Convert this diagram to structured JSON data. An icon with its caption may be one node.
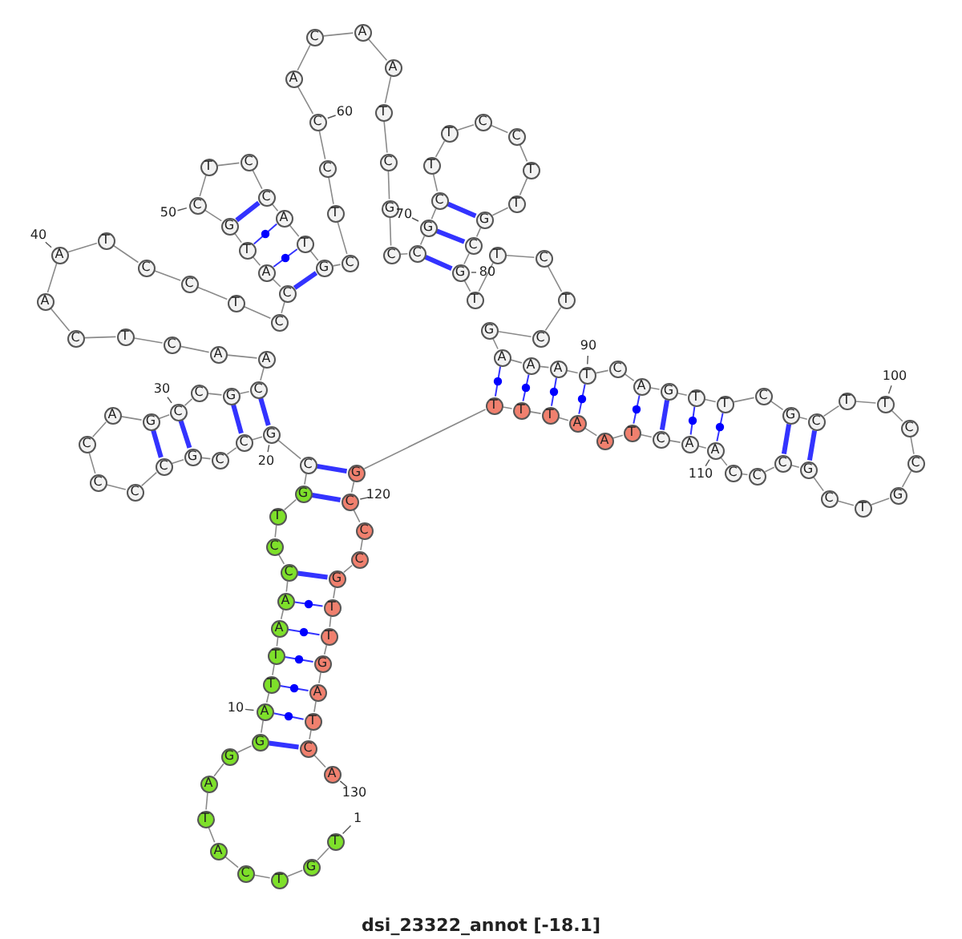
{
  "diagram": {
    "caption": "dsi_23322_annot [-18.1]",
    "nodes": [
      {
        "text": [
          "T"
        ],
        "beside": [
          "1"
        ]
      },
      {
        "text": [
          "G"
        ]
      },
      {
        "text": [
          "T"
        ]
      },
      {
        "text": [
          "C"
        ]
      },
      {
        "text": [
          "A"
        ]
      },
      {
        "text": [
          "T"
        ]
      },
      {
        "text": [
          "A"
        ]
      },
      {
        "text": [
          "G"
        ]
      },
      {
        "text": [
          "G"
        ]
      },
      {
        "text": [
          "A"
        ],
        "beside": [
          "10"
        ]
      },
      {
        "text": [
          "T"
        ]
      },
      {
        "text": [
          "T"
        ]
      },
      {
        "text": [
          "A"
        ]
      },
      {
        "text": [
          "A"
        ]
      },
      {
        "text": [
          "C"
        ]
      },
      {
        "text": [
          "C"
        ]
      },
      {
        "text": [
          "T"
        ]
      },
      {
        "text": [
          "G"
        ]
      },
      {
        "text": [
          "C"
        ]
      },
      {
        "text": [
          "G"
        ],
        "beside": [
          "20"
        ]
      },
      {
        "text": [
          "C"
        ]
      },
      {
        "text": [
          "C"
        ]
      },
      {
        "text": [
          "G"
        ]
      },
      {
        "text": [
          "C"
        ]
      },
      {
        "text": [
          "C"
        ]
      },
      {
        "text": [
          "C"
        ]
      },
      {
        "text": [
          "C"
        ]
      },
      {
        "text": [
          "A"
        ]
      },
      {
        "text": [
          "G"
        ]
      },
      {
        "text": [
          "C"
        ],
        "beside": [
          "30"
        ]
      },
      {
        "text": [
          "C"
        ]
      },
      {
        "text": [
          "G"
        ]
      },
      {
        "text": [
          "C"
        ]
      },
      {
        "text": [
          "A"
        ]
      },
      {
        "text": [
          "A"
        ]
      },
      {
        "text": [
          "C"
        ]
      },
      {
        "text": [
          "T"
        ]
      },
      {
        "text": [
          "C"
        ]
      },
      {
        "text": [
          "A"
        ]
      },
      {
        "text": [
          "A"
        ],
        "beside": [
          "40"
        ]
      },
      {
        "text": [
          "T"
        ]
      },
      {
        "text": [
          "C"
        ]
      },
      {
        "text": [
          "C"
        ]
      },
      {
        "text": [
          "T"
        ]
      },
      {
        "text": [
          "C"
        ]
      },
      {
        "text": [
          "C"
        ]
      },
      {
        "text": [
          "A"
        ]
      },
      {
        "text": [
          "T"
        ]
      },
      {
        "text": [
          "G"
        ]
      },
      {
        "text": [
          "C"
        ],
        "beside": [
          "50"
        ]
      },
      {
        "text": [
          "T"
        ]
      },
      {
        "text": [
          "C"
        ]
      },
      {
        "text": [
          "C"
        ]
      },
      {
        "text": [
          "A"
        ]
      },
      {
        "text": [
          "T"
        ]
      },
      {
        "text": [
          "G"
        ]
      },
      {
        "text": [
          "C"
        ]
      },
      {
        "text": [
          "T"
        ]
      },
      {
        "text": [
          "C"
        ]
      },
      {
        "text": [
          "C"
        ],
        "beside": [
          "60"
        ]
      },
      {
        "text": [
          "A"
        ]
      },
      {
        "text": [
          "C"
        ]
      },
      {
        "text": [
          "A"
        ]
      },
      {
        "text": [
          "A"
        ]
      },
      {
        "text": [
          "T"
        ]
      },
      {
        "text": [
          "C"
        ]
      },
      {
        "text": [
          "G"
        ]
      },
      {
        "text": [
          "C"
        ]
      },
      {
        "text": [
          "C"
        ]
      },
      {
        "text": [
          "G"
        ]
      },
      {
        "text": [
          "C"
        ]
      },
      {
        "text": [
          "T"
        ]
      },
      {
        "text": [
          "T"
        ]
      },
      {
        "text": [
          "C"
        ]
      },
      {
        "text": [
          "C"
        ]
      },
      {
        "text": [
          "T"
        ]
      },
      {
        "text": [
          "T"
        ]
      },
      {
        "text": [
          "G"
        ]
      },
      {
        "text": [
          "C"
        ]
      },
      {
        "text": [
          "G"
        ]
      },
      {
        "text": [
          "T"
        ]
      },
      {
        "text": [
          "T"
        ]
      },
      {
        "text": [
          "C"
        ]
      },
      {
        "text": [
          "T"
        ]
      },
      {
        "text": [
          "C"
        ]
      },
      {
        "text": [
          "G"
        ]
      },
      {
        "text": [
          "A"
        ]
      },
      {
        "text": [
          "A"
        ]
      },
      {
        "text": [
          "A"
        ]
      },
      {
        "text": [
          "T"
        ],
        "beside": [
          "90"
        ]
      },
      {
        "text": [
          "C"
        ]
      },
      {
        "text": [
          "A"
        ]
      },
      {
        "text": [
          "G"
        ]
      },
      {
        "text": [
          "T"
        ]
      },
      {
        "text": [
          "T"
        ]
      },
      {
        "text": [
          "C"
        ]
      },
      {
        "text": [
          "G"
        ]
      },
      {
        "text": [
          "C"
        ]
      },
      {
        "text": [
          "T"
        ]
      },
      {
        "text": [
          "T"
        ],
        "beside": [
          "100"
        ]
      },
      {
        "text": [
          "C"
        ]
      },
      {
        "text": [
          "C"
        ]
      },
      {
        "text": [
          "G"
        ]
      },
      {
        "text": [
          "T"
        ]
      },
      {
        "text": [
          "C"
        ]
      },
      {
        "text": [
          "G"
        ]
      },
      {
        "text": [
          "C"
        ]
      },
      {
        "text": [
          "C"
        ]
      },
      {
        "text": [
          "C"
        ]
      },
      {
        "text": [
          "A"
        ],
        "beside": [
          "110"
        ]
      },
      {
        "text": [
          "A"
        ]
      },
      {
        "text": [
          "C"
        ]
      },
      {
        "text": [
          "T"
        ]
      },
      {
        "text": [
          "A"
        ]
      },
      {
        "text": [
          "A"
        ]
      },
      {
        "text": [
          "T"
        ]
      },
      {
        "text": [
          "T"
        ]
      },
      {
        "text": [
          "T"
        ]
      },
      {
        "text": [
          "G"
        ]
      },
      {
        "text": [
          "C"
        ],
        "beside": [
          "120"
        ]
      },
      {
        "text": [
          "C"
        ]
      },
      {
        "text": [
          "C"
        ]
      },
      {
        "text": [
          "G"
        ]
      },
      {
        "text": [
          "T"
        ]
      },
      {
        "text": [
          "T"
        ]
      },
      {
        "text": [
          "G"
        ]
      },
      {
        "text": [
          "A"
        ]
      },
      {
        "text": [
          "T"
        ]
      },
      {
        "text": [
          "C"
        ]
      },
      {
        "text": [
          "A"
        ],
        "beside": [
          "130"
        ]
      }
    ],
    "edges": [
      {
        "from": 0,
        "to": 1,
        "arrow": "none"
      },
      {
        "from": 1,
        "to": 2,
        "arrow": "none"
      },
      {
        "from": 2,
        "to": 3,
        "arrow": "none"
      },
      {
        "from": 3,
        "to": 4,
        "arrow": "none"
      },
      {
        "from": 4,
        "to": 5,
        "arrow": "none"
      },
      {
        "from": 5,
        "to": 6,
        "arrow": "none"
      },
      {
        "from": 6,
        "to": 7,
        "arrow": "none"
      },
      {
        "from": 7,
        "to": 8,
        "arrow": "none"
      },
      {
        "from": 8,
        "to": 9,
        "arrow": "none"
      },
      {
        "from": 9,
        "to": 10,
        "arrow": "none"
      },
      {
        "from": 10,
        "to": 11,
        "arrow": "none"
      },
      {
        "from": 11,
        "to": 12,
        "arrow": "none"
      },
      {
        "from": 12,
        "to": 13,
        "arrow": "none"
      },
      {
        "from": 13,
        "to": 14,
        "arrow": "none"
      },
      {
        "from": 14,
        "to": 15,
        "arrow": "none"
      },
      {
        "from": 15,
        "to": 16,
        "arrow": "none"
      },
      {
        "from": 16,
        "to": 17,
        "arrow": "none"
      },
      {
        "from": 17,
        "to": 18,
        "arrow": "none"
      },
      {
        "from": 18,
        "to": 19,
        "arrow": "none"
      },
      {
        "from": 19,
        "to": 20,
        "arrow": "none"
      },
      {
        "from": 20,
        "to": 21,
        "arrow": "none"
      },
      {
        "from": 21,
        "to": 22,
        "arrow": "none"
      },
      {
        "from": 22,
        "to": 23,
        "arrow": "none"
      },
      {
        "from": 23,
        "to": 24,
        "arrow": "none"
      },
      {
        "from": 24,
        "to": 25,
        "arrow": "none"
      },
      {
        "from": 25,
        "to": 26,
        "arrow": "none"
      },
      {
        "from": 26,
        "to": 27,
        "arrow": "none"
      },
      {
        "from": 27,
        "to": 28,
        "arrow": "none"
      },
      {
        "from": 28,
        "to": 29,
        "arrow": "none"
      },
      {
        "from": 29,
        "to": 30,
        "arrow": "none"
      },
      {
        "from": 30,
        "to": 31,
        "arrow": "none"
      },
      {
        "from": 31,
        "to": 32,
        "arrow": "none"
      },
      {
        "from": 32,
        "to": 33,
        "arrow": "none"
      },
      {
        "from": 33,
        "to": 34,
        "arrow": "none"
      },
      {
        "from": 34,
        "to": 35,
        "arrow": "none"
      },
      {
        "from": 35,
        "to": 36,
        "arrow": "none"
      },
      {
        "from": 36,
        "to": 37,
        "arrow": "none"
      },
      {
        "from": 37,
        "to": 38,
        "arrow": "none"
      },
      {
        "from": 38,
        "to": 39,
        "arrow": "none"
      },
      {
        "from": 39,
        "to": 40,
        "arrow": "none"
      },
      {
        "from": 40,
        "to": 41,
        "arrow": "none"
      },
      {
        "from": 41,
        "to": 42,
        "arrow": "none"
      },
      {
        "from": 42,
        "to": 43,
        "arrow": "none"
      },
      {
        "from": 43,
        "to": 44,
        "arrow": "none"
      },
      {
        "from": 44,
        "to": 45,
        "arrow": "none"
      },
      {
        "from": 45,
        "to": 46,
        "arrow": "none"
      },
      {
        "from": 46,
        "to": 47,
        "arrow": "none"
      },
      {
        "from": 47,
        "to": 48,
        "arrow": "none"
      },
      {
        "from": 48,
        "to": 49,
        "arrow": "none"
      },
      {
        "from": 49,
        "to": 50,
        "arrow": "none"
      },
      {
        "from": 50,
        "to": 51,
        "arrow": "none"
      },
      {
        "from": 51,
        "to": 52,
        "arrow": "none"
      },
      {
        "from": 52,
        "to": 53,
        "arrow": "none"
      },
      {
        "from": 53,
        "to": 54,
        "arrow": "none"
      },
      {
        "from": 54,
        "to": 55,
        "arrow": "none"
      },
      {
        "from": 55,
        "to": 56,
        "arrow": "none"
      },
      {
        "from": 56,
        "to": 57,
        "arrow": "none"
      },
      {
        "from": 57,
        "to": 58,
        "arrow": "none"
      },
      {
        "from": 58,
        "to": 59,
        "arrow": "none"
      },
      {
        "from": 59,
        "to": 60,
        "arrow": "none"
      },
      {
        "from": 60,
        "to": 61,
        "arrow": "none"
      },
      {
        "from": 61,
        "to": 62,
        "arrow": "none"
      },
      {
        "from": 62,
        "to": 63,
        "arrow": "none"
      },
      {
        "from": 63,
        "to": 64,
        "arrow": "none"
      },
      {
        "from": 64,
        "to": 65,
        "arrow": "none"
      },
      {
        "from": 65,
        "to": 66,
        "arrow": "none"
      },
      {
        "from": 66,
        "to": 67,
        "arrow": "none"
      },
      {
        "from": 67,
        "to": 68,
        "arrow": "none"
      },
      {
        "from": 68,
        "to": 69,
        "arrow": "none"
      },
      {
        "from": 69,
        "to": 70,
        "arrow": "none"
      },
      {
        "from": 70,
        "to": 71,
        "arrow": "none"
      },
      {
        "from": 71,
        "to": 72,
        "arrow": "none"
      },
      {
        "from": 72,
        "to": 73,
        "arrow": "none"
      },
      {
        "from": 73,
        "to": 74,
        "arrow": "none"
      },
      {
        "from": 74,
        "to": 75,
        "arrow": "none"
      },
      {
        "from": 75,
        "to": 76,
        "arrow": "none"
      },
      {
        "from": 76,
        "to": 77,
        "arrow": "none"
      },
      {
        "from": 77,
        "to": 78,
        "arrow": "none"
      },
      {
        "from": 78,
        "to": 79,
        "arrow": "none"
      },
      {
        "from": 79,
        "to": 80,
        "arrow": "none"
      },
      {
        "from": 80,
        "to": 81,
        "arrow": "none"
      },
      {
        "from": 81,
        "to": 82,
        "arrow": "none"
      },
      {
        "from": 82,
        "to": 83,
        "arrow": "none"
      },
      {
        "from": 83,
        "to": 84,
        "arrow": "none"
      },
      {
        "from": 84,
        "to": 85,
        "arrow": "none"
      },
      {
        "from": 85,
        "to": 86,
        "arrow": "none"
      },
      {
        "from": 86,
        "to": 87,
        "arrow": "none"
      },
      {
        "from": 87,
        "to": 88,
        "arrow": "none"
      },
      {
        "from": 88,
        "to": 89,
        "arrow": "none"
      },
      {
        "from": 89,
        "to": 90,
        "arrow": "none"
      },
      {
        "from": 90,
        "to": 91,
        "arrow": "none"
      },
      {
        "from": 91,
        "to": 92,
        "arrow": "none"
      },
      {
        "from": 92,
        "to": 93,
        "arrow": "none"
      },
      {
        "from": 93,
        "to": 94,
        "arrow": "none"
      },
      {
        "from": 94,
        "to": 95,
        "arrow": "none"
      },
      {
        "from": 95,
        "to": 96,
        "arrow": "none"
      },
      {
        "from": 96,
        "to": 97,
        "arrow": "none"
      },
      {
        "from": 97,
        "to": 98,
        "arrow": "none"
      },
      {
        "from": 98,
        "to": 99,
        "arrow": "none"
      },
      {
        "from": 99,
        "to": 100,
        "arrow": "none"
      },
      {
        "from": 100,
        "to": 101,
        "arrow": "none"
      },
      {
        "from": 101,
        "to": 102,
        "arrow": "none"
      },
      {
        "from": 102,
        "to": 103,
        "arrow": "none"
      },
      {
        "from": 103,
        "to": 104,
        "arrow": "none"
      },
      {
        "from": 104,
        "to": 105,
        "arrow": "none"
      },
      {
        "from": 105,
        "to": 106,
        "arrow": "none"
      },
      {
        "from": 106,
        "to": 107,
        "arrow": "none"
      },
      {
        "from": 107,
        "to": 108,
        "arrow": "none"
      },
      {
        "from": 108,
        "to": 109,
        "arrow": "none"
      },
      {
        "from": 109,
        "to": 110,
        "arrow": "none"
      },
      {
        "from": 110,
        "to": 111,
        "arrow": "none"
      },
      {
        "from": 111,
        "to": 112,
        "arrow": "none"
      },
      {
        "from": 112,
        "to": 113,
        "arrow": "none"
      },
      {
        "from": 113,
        "to": 114,
        "arrow": "none"
      },
      {
        "from": 114,
        "to": 115,
        "arrow": "none"
      },
      {
        "from": 115,
        "to": 116,
        "arrow": "none"
      },
      {
        "from": 116,
        "to": 117,
        "arrow": "none"
      },
      {
        "from": 117,
        "to": 118,
        "arrow": "none"
      },
      {
        "from": 118,
        "to": 119,
        "arrow": "none"
      },
      {
        "from": 119,
        "to": 120,
        "arrow": "none"
      },
      {
        "from": 120,
        "to": 121,
        "arrow": "none"
      },
      {
        "from": 121,
        "to": 122,
        "arrow": "none"
      },
      {
        "from": 122,
        "to": 123,
        "arrow": "none"
      },
      {
        "from": 123,
        "to": 124,
        "arrow": "none"
      },
      {
        "from": 124,
        "to": 125,
        "arrow": "none"
      },
      {
        "from": 125,
        "to": 126,
        "arrow": "none"
      },
      {
        "from": 126,
        "to": 127,
        "arrow": "none"
      },
      {
        "from": 127,
        "to": 128,
        "arrow": "none"
      },
      {
        "from": 128,
        "to": 129,
        "arrow": "none"
      },
      {
        "from": 8,
        "to": 128,
        "arrow": "none",
        "style": "thick",
        "color": "#3333ff"
      },
      {
        "from": 9,
        "to": 127,
        "arrow": "none",
        "color": "#3333ff"
      },
      {
        "from": 10,
        "to": 126,
        "arrow": "none",
        "color": "#3333ff"
      },
      {
        "from": 11,
        "to": 125,
        "arrow": "none",
        "color": "#3333ff"
      },
      {
        "from": 12,
        "to": 124,
        "arrow": "none",
        "color": "#3333ff"
      },
      {
        "from": 13,
        "to": 123,
        "arrow": "none",
        "color": "#3333ff"
      },
      {
        "from": 14,
        "to": 122,
        "arrow": "none",
        "style": "thick",
        "color": "#3333ff"
      },
      {
        "from": 17,
        "to": 119,
        "arrow": "none",
        "style": "thick",
        "color": "#3333ff"
      },
      {
        "from": 18,
        "to": 118,
        "arrow": "none",
        "style": "thick",
        "color": "#3333ff"
      },
      {
        "from": 19,
        "to": 32,
        "arrow": "none",
        "style": "thick",
        "color": "#3333ff"
      },
      {
        "from": 20,
        "to": 31,
        "arrow": "none",
        "style": "thick",
        "color": "#3333ff"
      },
      {
        "from": 22,
        "to": 29,
        "arrow": "none",
        "style": "thick",
        "color": "#3333ff"
      },
      {
        "from": 23,
        "to": 28,
        "arrow": "none",
        "style": "thick",
        "color": "#3333ff"
      },
      {
        "from": 45,
        "to": 55,
        "arrow": "none",
        "style": "thick",
        "color": "#3333ff"
      },
      {
        "from": 46,
        "to": 54,
        "arrow": "none",
        "color": "#3333ff"
      },
      {
        "from": 47,
        "to": 53,
        "arrow": "none",
        "color": "#3333ff"
      },
      {
        "from": 48,
        "to": 52,
        "arrow": "none",
        "style": "thick",
        "color": "#3333ff"
      },
      {
        "from": 68,
        "to": 79,
        "arrow": "none",
        "style": "thick",
        "color": "#3333ff"
      },
      {
        "from": 69,
        "to": 78,
        "arrow": "none",
        "style": "thick",
        "color": "#3333ff"
      },
      {
        "from": 70,
        "to": 77,
        "arrow": "none",
        "style": "thick",
        "color": "#3333ff"
      },
      {
        "from": 86,
        "to": 117,
        "arrow": "none",
        "color": "#3333ff"
      },
      {
        "from": 87,
        "to": 116,
        "arrow": "none",
        "color": "#3333ff"
      },
      {
        "from": 88,
        "to": 115,
        "arrow": "none",
        "color": "#3333ff"
      },
      {
        "from": 89,
        "to": 114,
        "arrow": "none",
        "color": "#3333ff"
      },
      {
        "from": 91,
        "to": 112,
        "arrow": "none",
        "color": "#3333ff"
      },
      {
        "from": 92,
        "to": 111,
        "arrow": "none",
        "style": "thick",
        "color": "#3333ff"
      },
      {
        "from": 93,
        "to": 110,
        "arrow": "none",
        "color": "#3333ff"
      },
      {
        "from": 94,
        "to": 109,
        "arrow": "none",
        "color": "#3333ff"
      },
      {
        "from": 96,
        "to": 106,
        "arrow": "none",
        "style": "thick",
        "color": "#3333ff"
      },
      {
        "from": 97,
        "to": 105,
        "arrow": "none",
        "style": "thick",
        "color": "#3333ff"
      }
    ],
    "labels": [
      "70",
      "80"
    ]
  }
}
